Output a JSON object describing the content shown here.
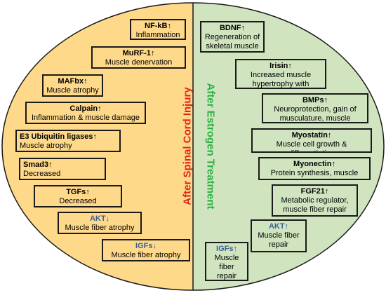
{
  "titles": {
    "left": "After Spinal Cord Injury",
    "right": "After Estrogen Treatment"
  },
  "colors": {
    "left_fill": "#ffd98a",
    "right_fill": "#cfe4bf",
    "left_title": "#e2231a",
    "right_title": "#2eb044",
    "outline": "#1a1a1a",
    "blue_label": "#3e5f96"
  },
  "left_boxes": [
    {
      "name": "NF-kB",
      "arrow": "↑",
      "desc": "Inflammation"
    },
    {
      "name": "MuRF-1",
      "arrow": "↑",
      "desc": "Muscle denervation"
    },
    {
      "name": "MAFbx",
      "arrow": "↑",
      "desc": "Muscle atrophy"
    },
    {
      "name": "Calpain",
      "arrow": "↑",
      "desc": "Inflammation & muscle damage"
    },
    {
      "name": "E3 Ubiquitin ligases",
      "arrow": "↑",
      "desc": "Muscle atrophy"
    },
    {
      "name": "Smad3",
      "arrow": "↑",
      "desc": "Decreased musculature"
    },
    {
      "name": "TGFs",
      "arrow": "↑",
      "desc": "Decreased musculature"
    },
    {
      "name": "AKT",
      "arrow": "↓",
      "desc": "Muscle fiber atrophy"
    },
    {
      "name": "IGFs",
      "arrow": "↓",
      "desc": "Muscle fiber atrophy"
    }
  ],
  "right_boxes": [
    {
      "name": "BDNF",
      "arrow": "↑",
      "desc": "Regeneration of skeletal muscle"
    },
    {
      "name": "Irisin",
      "arrow": "↑",
      "desc": "Increased muscle hypertrophy with exercise"
    },
    {
      "name": "BMPs",
      "arrow": "↑",
      "desc": "Neuroprotection, gain of musculature, muscle hypertrophy"
    },
    {
      "name": "Myostatin",
      "arrow": "↑",
      "desc": "Muscle cell growth & differentiation"
    },
    {
      "name": "Myonectin",
      "arrow": "↑",
      "desc": "Protein synthesis, muscle mass"
    },
    {
      "name": "FGF21",
      "arrow": "↑",
      "desc": "Metabolic regulator, muscle fiber repair"
    },
    {
      "name": "AKT",
      "arrow": "↑",
      "desc": "Muscle fiber repair"
    },
    {
      "name": "IGFs",
      "arrow": "↑",
      "desc": "Muscle fiber repair"
    }
  ]
}
